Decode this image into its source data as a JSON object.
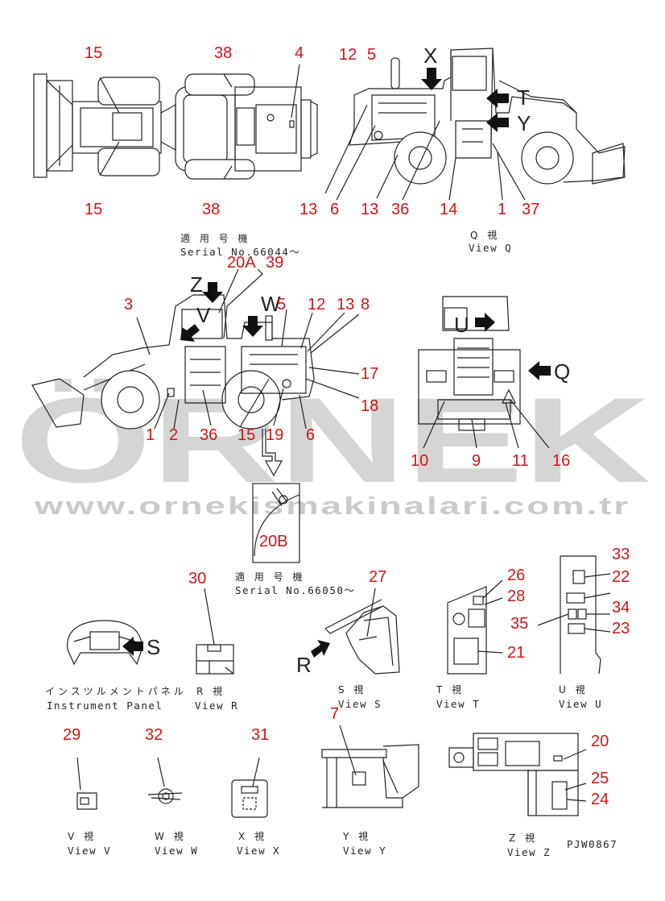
{
  "watermark": {
    "brand": "ÖRNEK",
    "url": "www.ornekismakinalari.com.tr"
  },
  "captions": {
    "serial_1_jp": "適 用 号 機",
    "serial_1": "Serial No.66044～",
    "serial_2_jp": "適 用 号 機",
    "serial_2": "Serial No.66050～",
    "view_q_jp": "Q 視",
    "view_q": "View Q",
    "instrument_jp": "インスツルメントパネル",
    "instrument": "Instrument Panel",
    "view_r_jp": "R 視",
    "view_r": "View R",
    "view_s_jp": "S 視",
    "view_s": "View S",
    "view_t_jp": "T 視",
    "view_t": "View T",
    "view_u_jp": "U 視",
    "view_u": "View U",
    "view_v_jp": "V 視",
    "view_v": "View V",
    "view_w_jp": "W 視",
    "view_w": "View W",
    "view_x_jp": "X 視",
    "view_x": "View X",
    "view_y_jp": "Y 視",
    "view_y": "View Y",
    "view_z_jp": "Z 視",
    "view_z": "View Z",
    "drawing_no": "PJW0867"
  },
  "view_letters": {
    "x": "X",
    "t": "T",
    "y": "Y",
    "z": "Z",
    "v": "V",
    "w": "W",
    "u": "U",
    "q": "Q",
    "s": "S",
    "r": "R"
  },
  "callouts": {
    "top_15a": "15",
    "top_38a": "38",
    "top_4": "4",
    "top_15b": "15",
    "top_38b": "38",
    "q_12": "12",
    "q_5": "5",
    "q_13a": "13",
    "q_6": "6",
    "q_13b": "13",
    "q_36": "36",
    "q_14": "14",
    "q_1": "1",
    "q_37": "37",
    "s_20a": "20A",
    "s_39": "39",
    "s_3": "3",
    "s_5": "5",
    "s_12": "12",
    "s_13": "13",
    "s_8": "8",
    "s_17": "17",
    "s_18": "18",
    "s_1": "1",
    "s_2": "2",
    "s_36": "36",
    "s_15": "15",
    "s_19": "19",
    "s_6": "6",
    "r_10": "10",
    "r_9": "9",
    "r_11": "11",
    "r_16": "16",
    "d_20b": "20B",
    "v30": "30",
    "v27": "27",
    "v26": "26",
    "v28": "28",
    "v21": "21",
    "v33": "33",
    "v22": "22",
    "v34": "34",
    "v35": "35",
    "v23": "23",
    "v29": "29",
    "v32": "32",
    "v31": "31",
    "v7": "7",
    "v20": "20",
    "v25": "25",
    "v24": "24"
  },
  "colors": {
    "callout": "#d21414",
    "line": "#222222",
    "watermark": "#b4b4b4"
  }
}
